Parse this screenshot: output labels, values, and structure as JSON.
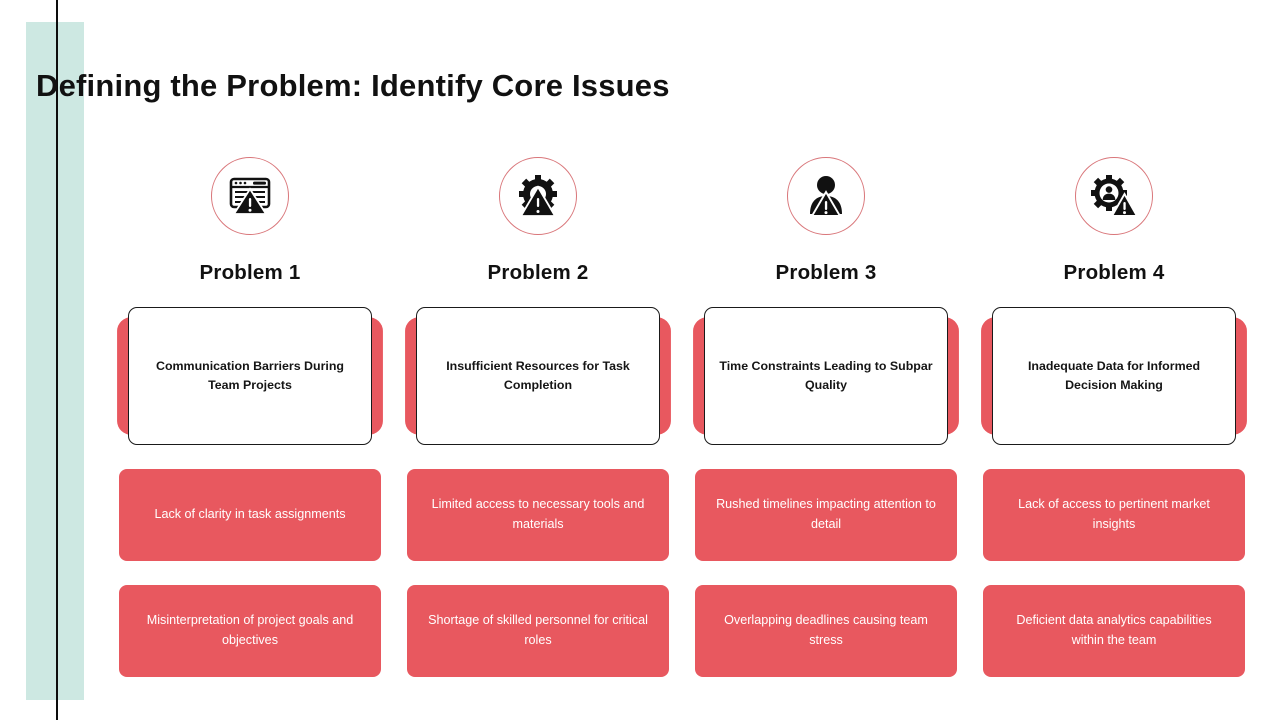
{
  "slide": {
    "title": "Defining the Problem: Identify Core Issues",
    "background_color": "#ffffff",
    "accent_bar_color": "#cde8e2",
    "accent_line_color": "#0d0d0d",
    "red_color": "#e8585f",
    "circle_border_color": "#d9767a"
  },
  "columns": [
    {
      "icon": "browser-window-warning-icon",
      "heading": "Problem 1",
      "card": "Communication Barriers During Team Projects",
      "items": [
        "Lack of clarity in task assignments",
        "Misinterpretation of project goals and objectives"
      ]
    },
    {
      "icon": "gear-warning-icon",
      "heading": "Problem 2",
      "card": "Insufficient Resources for Task Completion",
      "items": [
        "Limited access to necessary tools and materials",
        "Shortage of skilled personnel for critical roles"
      ]
    },
    {
      "icon": "person-warning-icon",
      "heading": "Problem 3",
      "card": "Time Constraints Leading to Subpar Quality",
      "items": [
        "Rushed timelines impacting attention to detail",
        "Overlapping deadlines causing team stress"
      ]
    },
    {
      "icon": "gear-person-warning-icon",
      "heading": "Problem 4",
      "card": "Inadequate Data for Informed Decision Making",
      "items": [
        "Lack of access to pertinent market insights",
        "Deficient data analytics capabilities within the team"
      ]
    }
  ]
}
